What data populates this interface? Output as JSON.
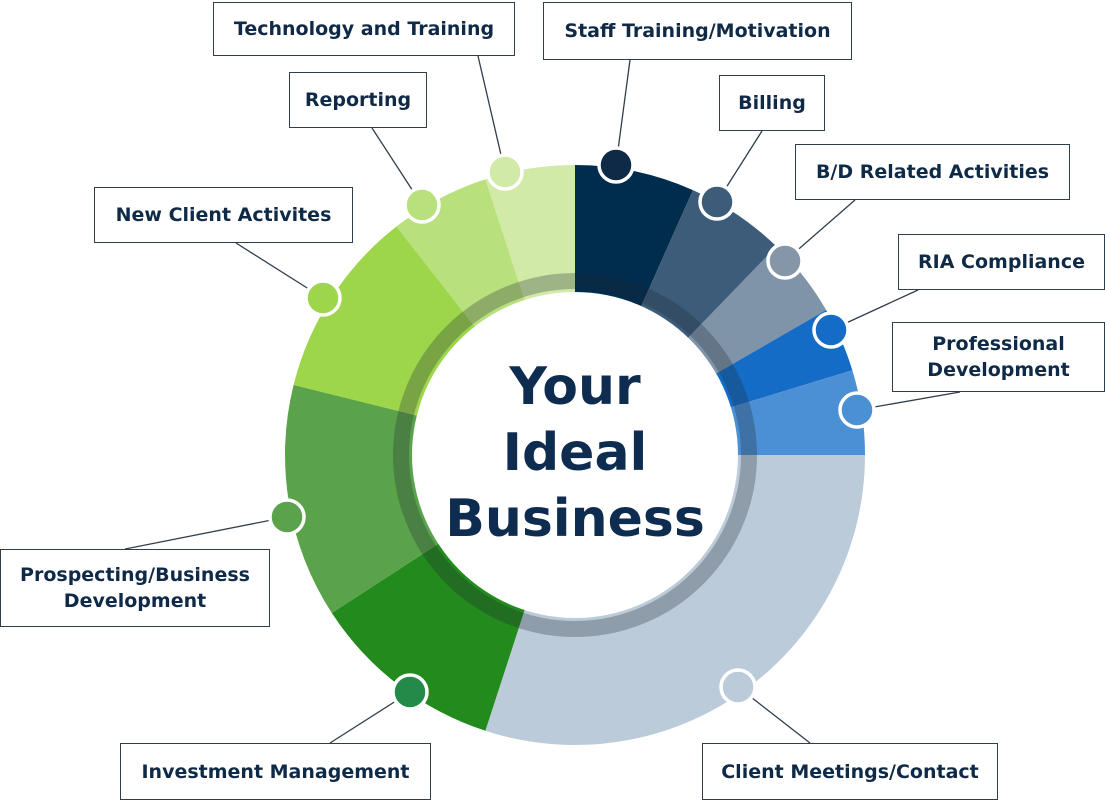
{
  "center": {
    "title": "Your\nIdeal\nBusiness"
  },
  "segments": [
    {
      "id": "staff-training-motivation",
      "label": "Staff Training/Motivation",
      "color": "#002c4d",
      "start": 0,
      "end": 24
    },
    {
      "id": "billing",
      "label": "Billing",
      "color": "#3d5c7a",
      "start": 24,
      "end": 44
    },
    {
      "id": "bd-related-activities",
      "label": "B/D Related Activities",
      "color": "#7f94a8",
      "start": 44,
      "end": 60
    },
    {
      "id": "ria-compliance",
      "label": "RIA Compliance",
      "color": "#146cc6",
      "start": 60,
      "end": 73
    },
    {
      "id": "professional-development",
      "label": "Professional\nDevelopment",
      "color": "#4b8fd4",
      "start": 73,
      "end": 90
    },
    {
      "id": "client-meetings-contact",
      "label": "Client Meetings/Contact",
      "color": "#bccbd9",
      "start": 90,
      "end": 198
    },
    {
      "id": "investment-management",
      "label": "Investment Management",
      "color": "#238a1d",
      "start": 198,
      "end": 237
    },
    {
      "id": "prospecting-business-development",
      "label": "Prospecting/Business\nDevelopment",
      "color": "#5ba34b",
      "start": 237,
      "end": 284
    },
    {
      "id": "new-client-activites",
      "label": "New Client Activites",
      "color": "#9dd54b",
      "start": 284,
      "end": 322
    },
    {
      "id": "reporting",
      "label": "Reporting",
      "color": "#b8e07c",
      "start": 322,
      "end": 342
    },
    {
      "id": "technology-and-training",
      "label": "Technology and Training",
      "color": "#d2eaa7",
      "start": 342,
      "end": 360
    }
  ],
  "labels": [
    {
      "segment": "technology-and-training",
      "text": "Technology and Training"
    },
    {
      "segment": "staff-training-motivation",
      "text": "Staff Training/Motivation"
    },
    {
      "segment": "reporting",
      "text": "Reporting"
    },
    {
      "segment": "billing",
      "text": "Billing"
    },
    {
      "segment": "bd-related-activities",
      "text": "B/D Related Activities"
    },
    {
      "segment": "new-client-activites",
      "text": "New Client Activites"
    },
    {
      "segment": "ria-compliance",
      "text": "RIA Compliance"
    },
    {
      "segment": "professional-development",
      "text": "Professional\nDevelopment"
    },
    {
      "segment": "prospecting-business-development",
      "text": "Prospecting/Business\nDevelopment"
    },
    {
      "segment": "investment-management",
      "text": "Investment Management"
    },
    {
      "segment": "client-meetings-contact",
      "text": "Client Meetings/Contact"
    }
  ],
  "markers": [
    {
      "segment": "technology-and-training",
      "color": "#d2eaa7"
    },
    {
      "segment": "staff-training-motivation",
      "color": "#0f2a47"
    },
    {
      "segment": "reporting",
      "color": "#b8e07c"
    },
    {
      "segment": "billing",
      "color": "#3d5c7a"
    },
    {
      "segment": "bd-related-activities",
      "color": "#8596a8"
    },
    {
      "segment": "new-client-activites",
      "color": "#9dd54b"
    },
    {
      "segment": "ria-compliance",
      "color": "#146cc6"
    },
    {
      "segment": "professional-development",
      "color": "#4b8fd4"
    },
    {
      "segment": "prospecting-business-development",
      "color": "#5ba34b"
    },
    {
      "segment": "investment-management",
      "color": "#238a4a"
    },
    {
      "segment": "client-meetings-contact",
      "color": "#bccbd9"
    }
  ],
  "colors": {
    "connector": "#2f3e4c",
    "label_border": "#2f3e4c",
    "label_text": "#0f2a47",
    "center_text": "#0d2c4f"
  }
}
